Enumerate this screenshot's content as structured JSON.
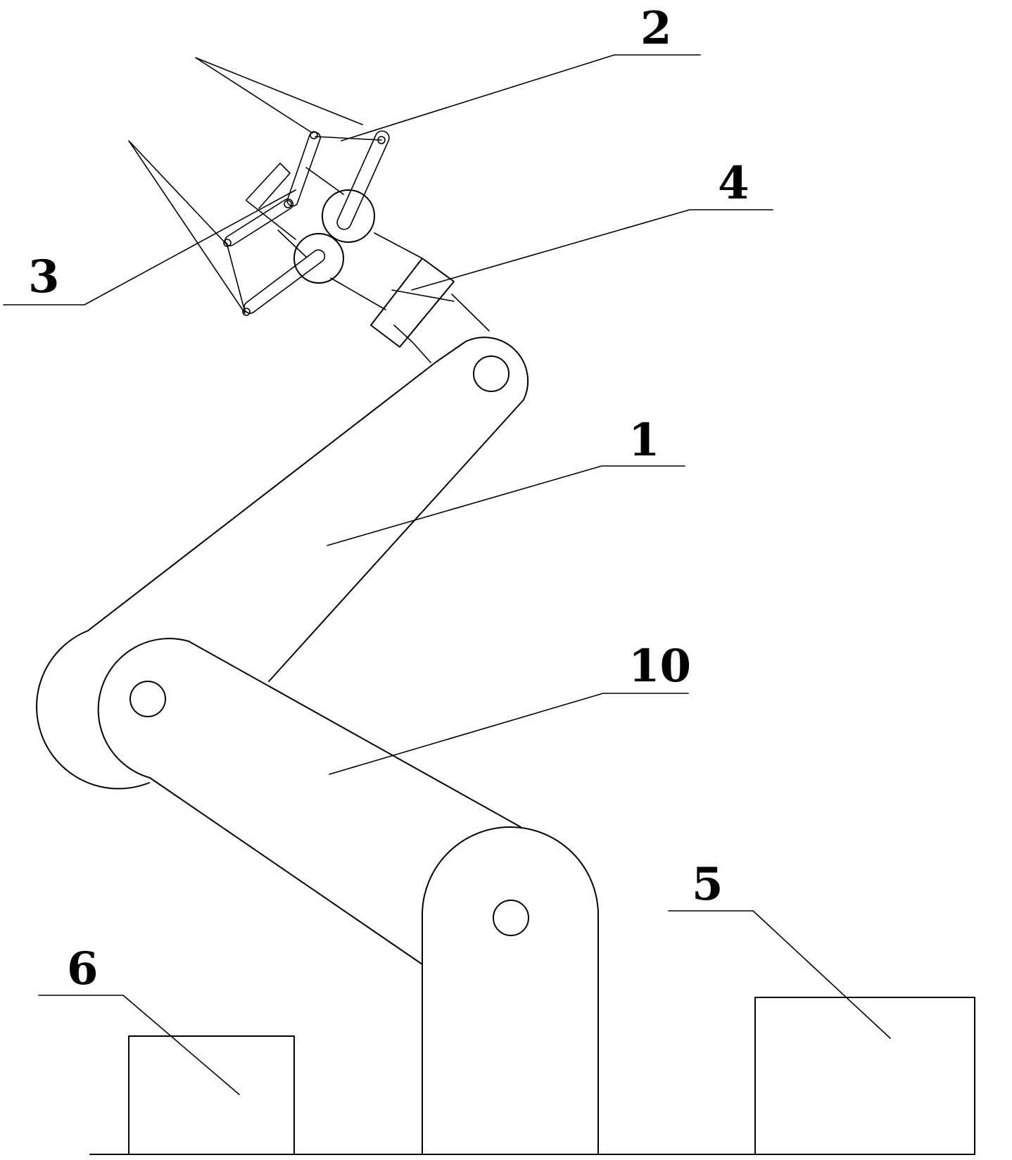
{
  "labels": {
    "arm": "1",
    "upper_gripper": "2",
    "lower_gripper": "3",
    "wrist_joint": "4",
    "right_box": "5",
    "left_box": "6",
    "boom": "10"
  },
  "colors": {
    "line": "#000000",
    "background": "#ffffff"
  }
}
